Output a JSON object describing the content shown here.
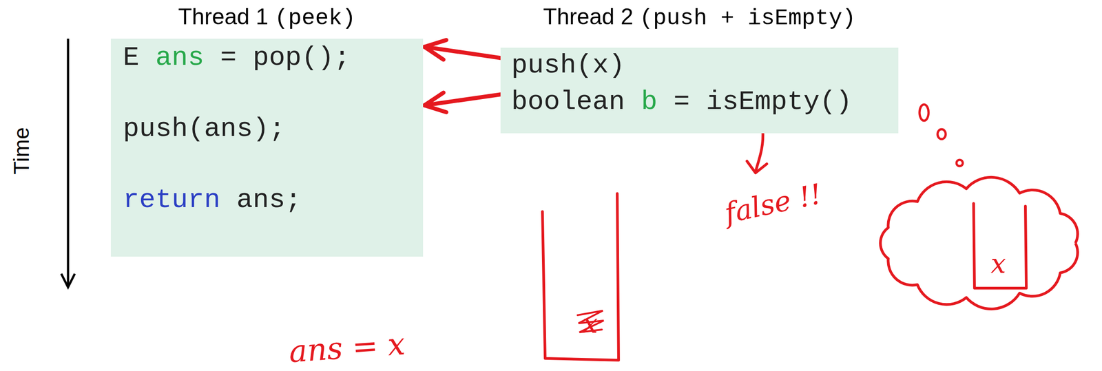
{
  "diagram": {
    "nodes": [
      {
        "text": [
          "Thread 1 (peek)",
          "E ans = pop();",
          "push(ans);",
          "return ans;"
        ]
      },
      {
        "text": [
          "Thread 2 (push + isEmpty)",
          "push(x)",
          "boolean b = isEmpty()"
        ]
      }
    ],
    "edges": [
      {
        "from": 1,
        "to": 0,
        "arrow": "to"
      },
      {
        "from": 1,
        "to": 0,
        "arrow": "to"
      }
    ],
    "labels": [
      "Time",
      "false !!",
      "ans = x",
      "x",
      "x"
    ]
  }
}
